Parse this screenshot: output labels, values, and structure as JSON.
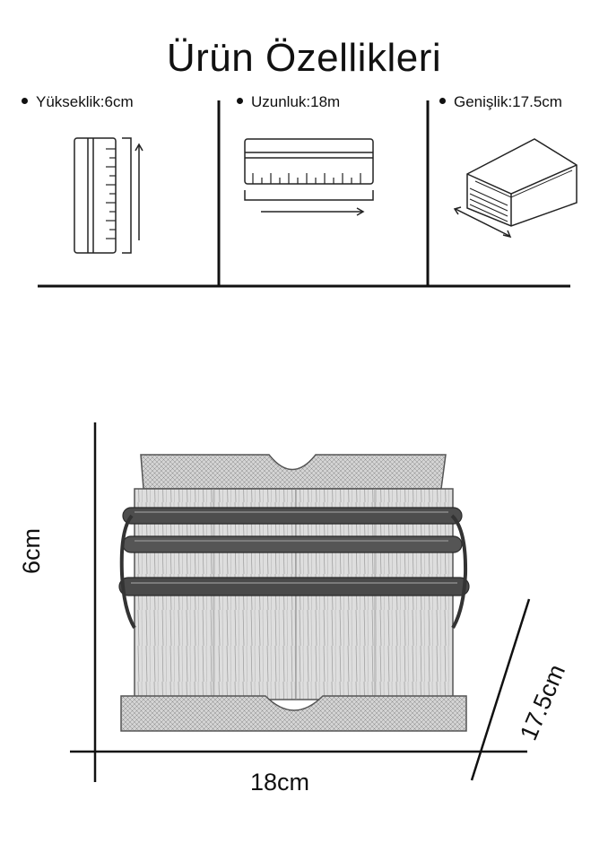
{
  "title": "Ürün Özellikleri",
  "specs": [
    {
      "label": "Yükseklik:6cm",
      "icon": "vertical-ruler-icon"
    },
    {
      "label": "Uzunluk:18m",
      "icon": "horizontal-ruler-icon"
    },
    {
      "label": "Genişlik:17.5cm",
      "icon": "box-width-icon"
    }
  ],
  "dimensions": {
    "height": "6cm",
    "length": "18cm",
    "width": "17.5cm"
  },
  "product": "wooden-napkin-holder"
}
